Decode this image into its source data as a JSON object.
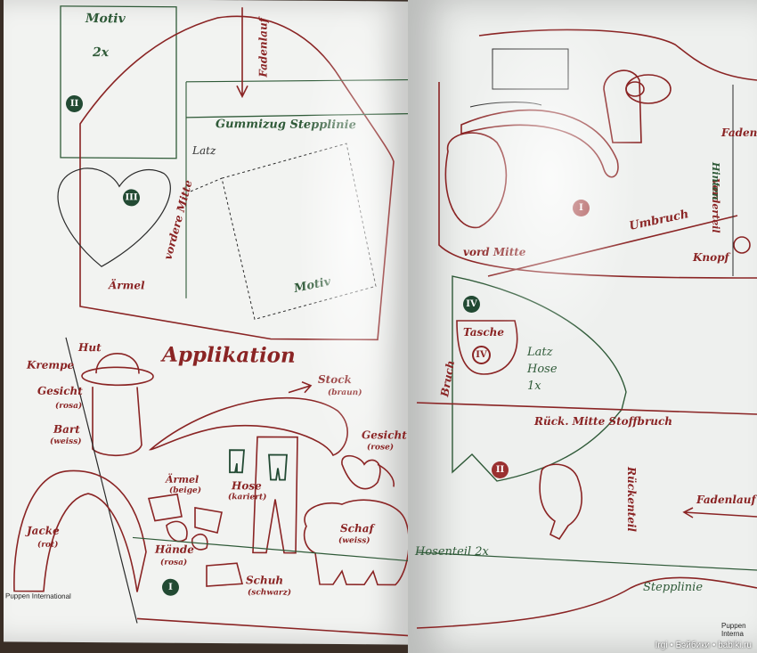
{
  "left": {
    "motiv": "Motiv",
    "motiv_count": "2x",
    "roman_ii": "II",
    "roman_iii": "III",
    "fadenlauf": "Fadenlauf",
    "gummizug": "Gummizug Stepplinie",
    "latz": "Latz",
    "vordere_mitte": "vordere Mitte",
    "aermel": "Ärmel",
    "motiv_inner": "Motiv",
    "applikation": "Applikation",
    "hut": "Hut",
    "krempe": "Krempe",
    "gesicht": "Gesicht",
    "rosa": "(rosa)",
    "bart": "Bart",
    "weiss": "(weiss)",
    "stock": "Stock",
    "braun": "(braun)",
    "gesicht2": "Gesicht",
    "rose": "(rose)",
    "aermel2": "Ärmel",
    "beige": "(beige)",
    "hose": "Hose",
    "kariert": "(kariert)",
    "jacke": "Jacke",
    "rot": "(rot)",
    "haende": "Hände",
    "rosa2": "(rosa)",
    "schaf": "Schaf",
    "weiss2": "(weiss)",
    "schuh": "Schuh",
    "schwarz": "(schwarz)",
    "roman_i": "I",
    "footer": "Puppen International"
  },
  "right": {
    "fadenl": "Fadenl",
    "vorderteil": "Vorderteil",
    "hinten": "Hinten",
    "roman_i": "I",
    "umbruch": "Umbruch",
    "knopf": "Knopf",
    "vord_mitte": "vord Mitte",
    "roman_iv": "IV",
    "tasche": "Tasche",
    "roman_iv2": "IV",
    "latz": "Latz",
    "hose": "Hose",
    "count": "1x",
    "bruch": "Bruch",
    "rueck_mitte": "Rück. Mitte Stoffbruch",
    "roman_ii": "II",
    "rueckenteil": "Rückenteil",
    "fadenlauf": "Fadenlauf",
    "hosenteil": "Hosenteil 2x",
    "stepplinie": "Stepplinie",
    "footer": "Puppen Interna"
  },
  "watermark": "Irgi • Бэйбики • babiki.ru",
  "colors": {
    "red": "#8a2424",
    "green": "#2f5a38"
  }
}
